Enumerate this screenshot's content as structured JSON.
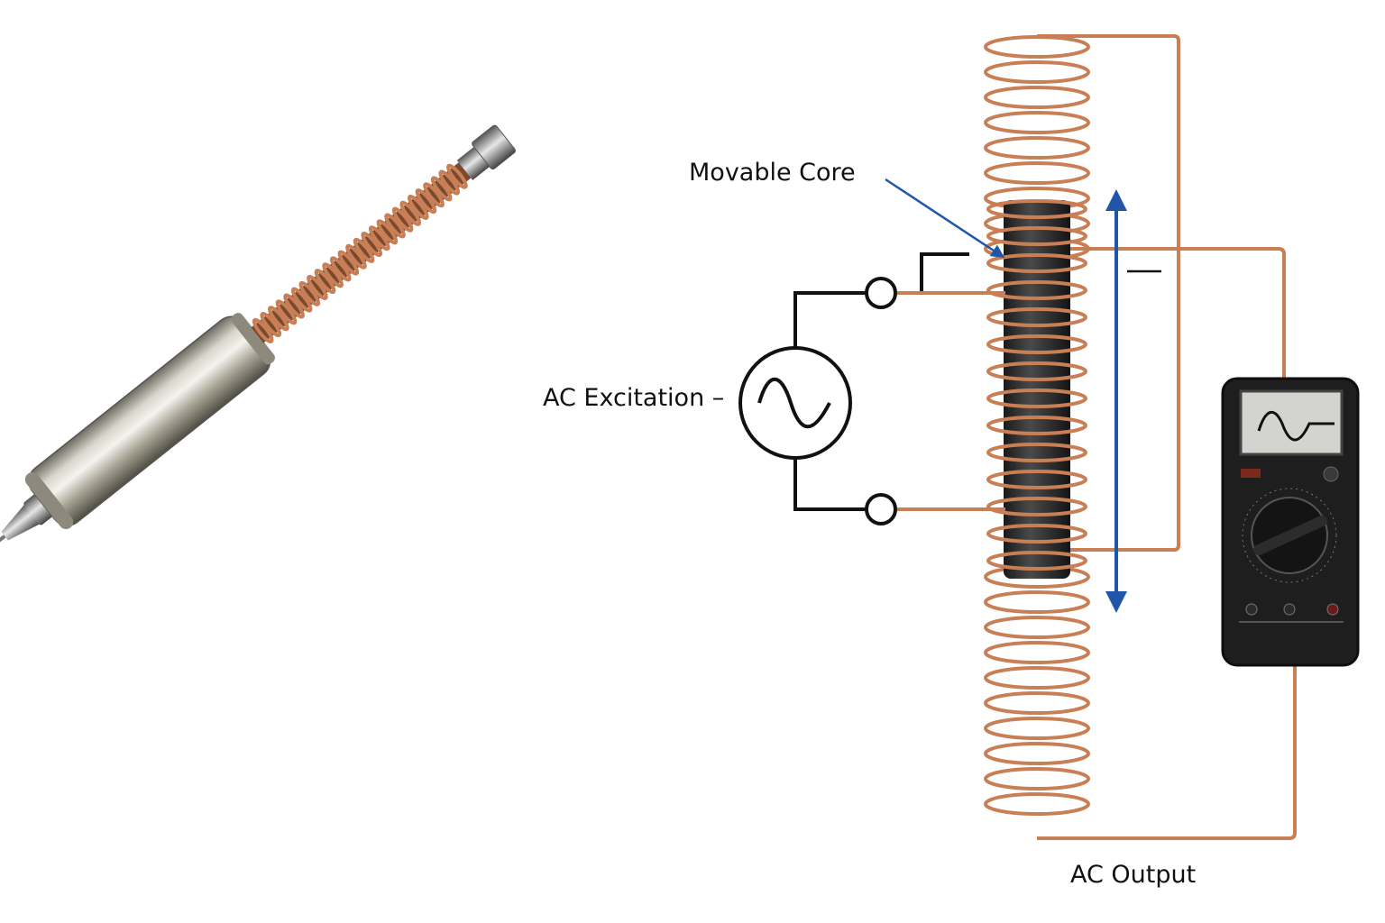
{
  "labels": {
    "movable_core": "Movable Core",
    "ac_excitation": "AC Excitation –",
    "ac_output": "AC Output"
  },
  "colors": {
    "copper": "#c87f55",
    "copper_dark": "#8a4a2a",
    "core": "#2b2b2b",
    "arrow": "#1f56a8",
    "wire_black": "#111111",
    "meter_body": "#1e1e1e",
    "sensor_body": "#9c9888"
  },
  "icons": {
    "ac_source": "sine-wave-source-icon",
    "multimeter": "multimeter-icon",
    "displacement_arrow": "double-headed-arrow-icon"
  }
}
